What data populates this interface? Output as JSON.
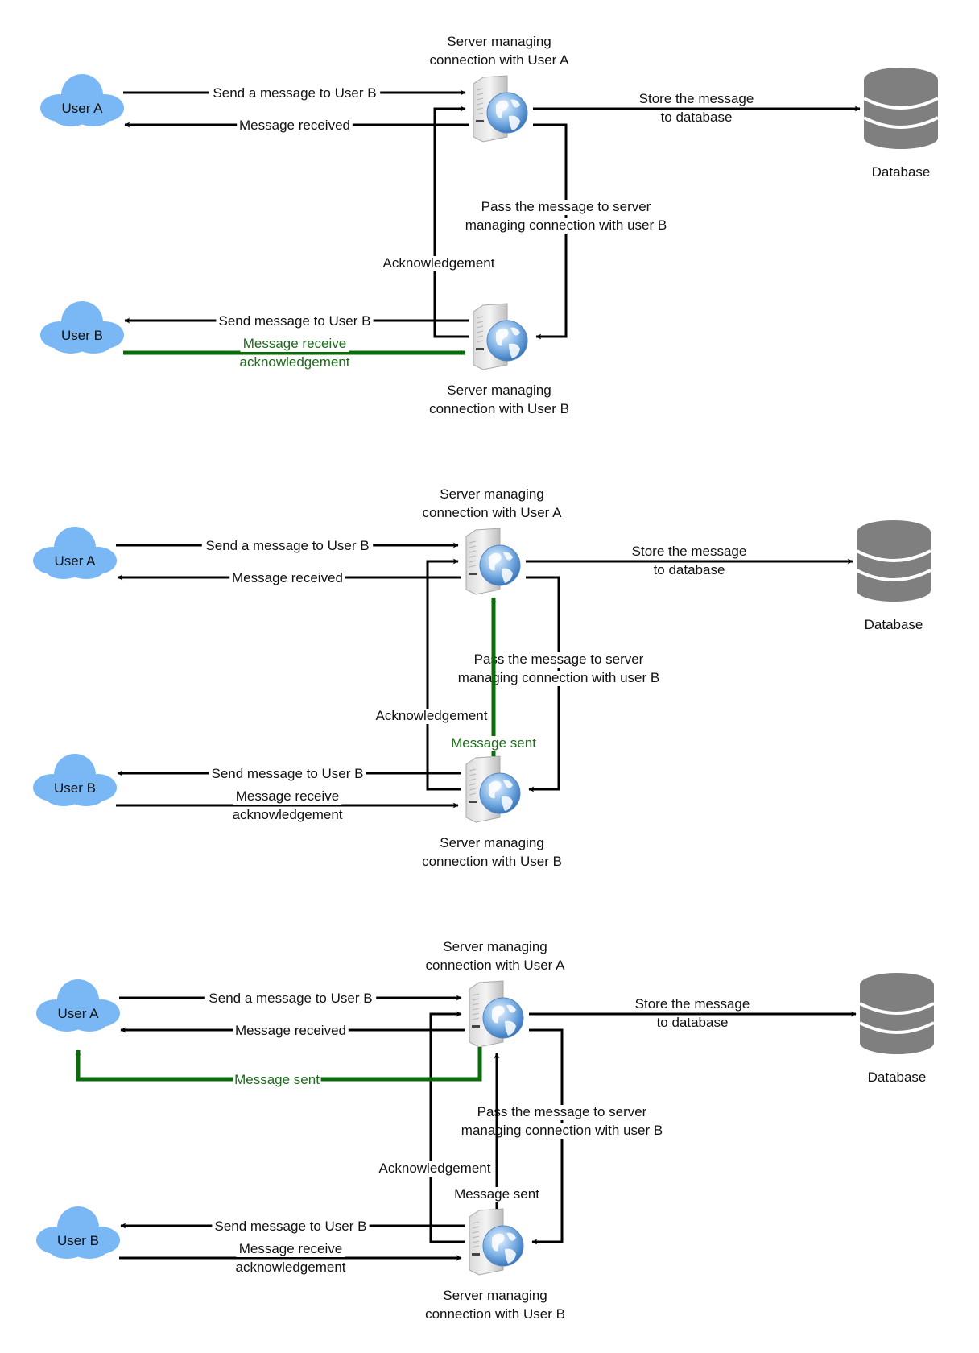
{
  "colors": {
    "line": "#000000",
    "highlight": "#0a6b0a",
    "highlight_text": "#1e6b1e",
    "cloud": "#7ab8f5",
    "database": "#7f7f7f",
    "text": "#111111"
  },
  "nodes": {
    "user_a": "User A",
    "user_b": "User B",
    "server_a": [
      "Server managing",
      "connection with User A"
    ],
    "server_b": [
      "Server managing",
      "connection with User B"
    ],
    "database": "Database"
  },
  "edges": {
    "send_to_b": "Send a message to User B",
    "received": "Message received",
    "store": [
      "Store the message",
      "to database"
    ],
    "pass": [
      "Pass the message to server",
      "managing connection with user B"
    ],
    "ack": "Acknowledgement",
    "deliver_to_b": "Send message to User B",
    "receive_ack": [
      "Message receive",
      "acknowledgement"
    ],
    "message_sent": "Message sent"
  },
  "panels": [
    {
      "step": 1,
      "highlight": [
        "receive_ack"
      ]
    },
    {
      "step": 2,
      "highlight": [
        "message_sent_b_to_a"
      ]
    },
    {
      "step": 3,
      "highlight": [
        "message_sent_a_to_user"
      ]
    }
  ]
}
